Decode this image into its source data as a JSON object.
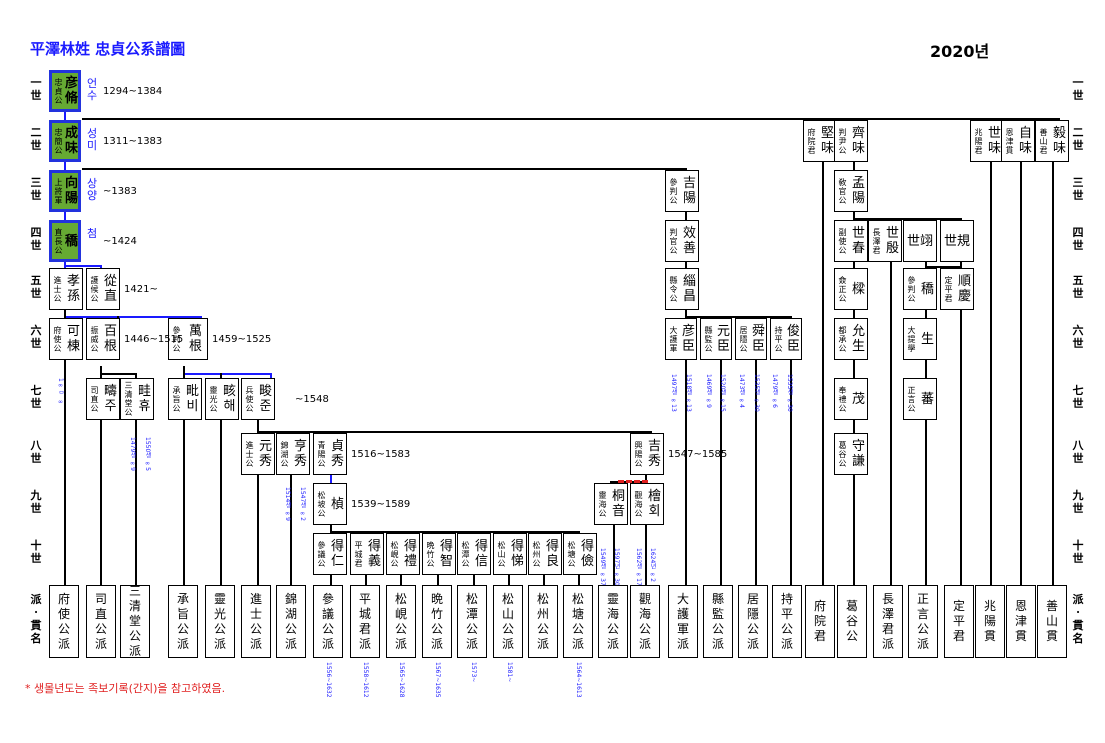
{
  "title": "平澤林姓 忠貞公系譜圖",
  "year": "2020년",
  "generations": [
    "一世",
    "二世",
    "三世",
    "四世",
    "五世",
    "六世",
    "七世",
    "八世",
    "九世",
    "十世"
  ],
  "pa_header": "派·貫名",
  "main_line": [
    {
      "title": "忠貞公",
      "name": "彦脩",
      "hangul": "언수",
      "years": "1294~1384"
    },
    {
      "title": "忠簡公",
      "name": "成味",
      "hangul": "성미",
      "years": "1311~1383"
    },
    {
      "title": "上將軍",
      "name": "向陽",
      "hangul": "상양",
      "years": "~1383"
    },
    {
      "title": "直長公",
      "name": "穚",
      "hangul": "첨",
      "years": "~1424"
    }
  ],
  "persons": [
    {
      "id": "p5a",
      "title": "進士公",
      "name": "孝孫"
    },
    {
      "id": "p5b",
      "title": "護候公",
      "name": "從直",
      "years": "1421~"
    },
    {
      "id": "p6a",
      "title": "府使公",
      "name": "可棟"
    },
    {
      "id": "p6b",
      "title": "振威公",
      "name": "百根",
      "years": "1446~1515"
    },
    {
      "id": "p6c",
      "title": "參判公",
      "name": "萬根",
      "years": "1459~1525"
    },
    {
      "id": "p7a",
      "title": "司直公",
      "name": "疇주"
    },
    {
      "id": "p7b",
      "title": "三清堂公",
      "name": "畦휴"
    },
    {
      "id": "p7c",
      "title": "承旨公",
      "name": "毗비"
    },
    {
      "id": "p7d",
      "title": "靈光公",
      "name": "畡해"
    },
    {
      "id": "p7e",
      "title": "兵使公",
      "name": "畯준",
      "years": "~1548"
    },
    {
      "id": "p8a",
      "title": "進士公",
      "name": "元秀"
    },
    {
      "id": "p8b",
      "title": "錦湖公",
      "name": "亨秀"
    },
    {
      "id": "p8c",
      "title": "青陽公",
      "name": "貞秀",
      "years": "1516~1583"
    },
    {
      "id": "p8d",
      "title": "興陽公",
      "name": "吉秀",
      "years": "1547~1585"
    },
    {
      "id": "p9a",
      "title": "松坡公",
      "name": "楨",
      "years": "1539~1589"
    },
    {
      "id": "p9b",
      "title": "靈海公",
      "name": "桐音"
    },
    {
      "id": "p9c",
      "title": "觀海公",
      "name": "檜회"
    },
    {
      "id": "p10a",
      "title": "參議公",
      "name": "得仁"
    },
    {
      "id": "p10b",
      "title": "平城君",
      "name": "得義"
    },
    {
      "id": "p10c",
      "title": "松峴公",
      "name": "得禮"
    },
    {
      "id": "p10d",
      "title": "晩竹公",
      "name": "得智"
    },
    {
      "id": "p10e",
      "title": "松潭公",
      "name": "得信"
    },
    {
      "id": "p10f",
      "title": "松山公",
      "name": "得悌"
    },
    {
      "id": "p10g",
      "title": "松州公",
      "name": "得良"
    },
    {
      "id": "p10h",
      "title": "松塘公",
      "name": "得儉"
    },
    {
      "id": "r3",
      "title": "參判公",
      "name": "吉陽"
    },
    {
      "id": "r4",
      "title": "判官公",
      "name": "效善"
    },
    {
      "id": "r5",
      "title": "縣令公",
      "name": "緇昌"
    },
    {
      "id": "r6a",
      "title": "大護軍",
      "name": "彦臣"
    },
    {
      "id": "r6b",
      "title": "縣監公",
      "name": "元臣"
    },
    {
      "id": "r6c",
      "title": "居隱公",
      "name": "舜臣"
    },
    {
      "id": "r6d",
      "title": "持平公",
      "name": "俊臣"
    },
    {
      "id": "s2a",
      "title": "府院君",
      "name": "堅味"
    },
    {
      "id": "s2b",
      "title": "判尹公",
      "name": "齊味"
    },
    {
      "id": "s2c",
      "title": "兆陽君",
      "name": "世味"
    },
    {
      "id": "s2d",
      "title": "恩津貫",
      "name": "自味"
    },
    {
      "id": "s2e",
      "title": "善山君",
      "name": "毅味"
    },
    {
      "id": "s3",
      "title": "敎官公",
      "name": "孟陽"
    },
    {
      "id": "s4a",
      "title": "副使公",
      "name": "世春"
    },
    {
      "id": "s4b",
      "title": "長澤君",
      "name": "世殷"
    },
    {
      "id": "s4c",
      "title": "",
      "name": "世翊"
    },
    {
      "id": "s4d",
      "title": "",
      "name": "世規"
    },
    {
      "id": "s5a",
      "title": "僉正公",
      "name": "樑"
    },
    {
      "id": "s5b",
      "title": "參判公",
      "name": "穚"
    },
    {
      "id": "s5c",
      "title": "定平君",
      "name": "順慶"
    },
    {
      "id": "s6a",
      "title": "都承公",
      "name": "允生"
    },
    {
      "id": "s6b",
      "title": "大提學",
      "name": "生"
    },
    {
      "id": "s7a",
      "title": "奉禮公",
      "name": "茂"
    },
    {
      "id": "s7b",
      "title": "正言公",
      "name": "蕃"
    },
    {
      "id": "s8",
      "title": "葛谷公",
      "name": "守謙"
    }
  ],
  "pa": [
    "府使公派",
    "司直公派",
    "三清堂公派",
    "承旨公派",
    "靈光公派",
    "進士公派",
    "錦湖公派",
    "參議公派",
    "平城君派",
    "松峴公派",
    "晩竹公派",
    "松潭公派",
    "松山公派",
    "松州公派",
    "松塘公派",
    "靈海公派",
    "觀海公派",
    "大護軍派",
    "縣監公派",
    "居隱公派",
    "持平公派",
    "府院君",
    "葛谷公",
    "長澤君派",
    "正言公派",
    "定平君",
    "兆陽貫",
    "恩津貫",
    "善山貫"
  ],
  "side_dates": {
    "d6a": "1∞ ᄆ ∞",
    "d7b": "1479생 ∞9",
    "d7c": "1550생 ∞5",
    "d8b": "1514생 ∞9",
    "d8c": "1547생 ∞2",
    "d9a": "1549생 ∞37",
    "d9b": "1597년 ∞30",
    "d9c": "1562생 ∞17",
    "d9d": "1624년 ∞2",
    "dr1": "1497생 ∞13",
    "dr2": "1518생 ∞13",
    "dr3": "1469생 ∞9",
    "dr4": "1520생 ∞15",
    "dr5": "1473생 ∞4",
    "dr6": "1535생 ∞30",
    "dr7": "1479생 ∞6",
    "dr8": "1535생 ∞30"
  },
  "pa_years": [
    "1556~1632",
    "1558~1612",
    "1565~1628",
    "1567~1635",
    "1573~",
    "1581~",
    "1564~1613"
  ],
  "note": "* 생몰년도는 족보기록(간지)을 참고하였음."
}
